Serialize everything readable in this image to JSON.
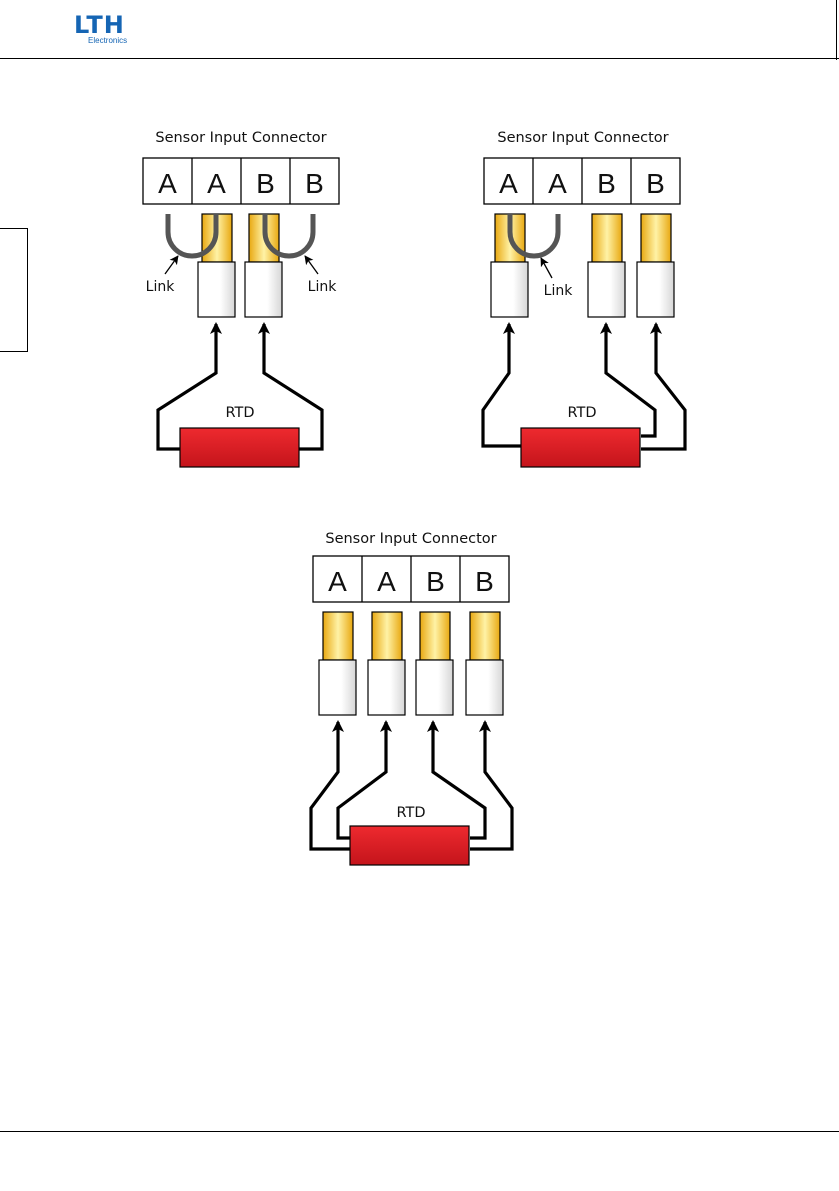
{
  "header": {
    "logo_main": "LTH",
    "logo_sub": "Electronics"
  },
  "diagrams": [
    {
      "title": "Sensor Input Connector",
      "terminals": [
        "A",
        "A",
        "B",
        "B"
      ],
      "rtd_label": "RTD",
      "links": [
        "Link",
        "Link"
      ]
    },
    {
      "title": "Sensor Input Connector",
      "terminals": [
        "A",
        "A",
        "B",
        "B"
      ],
      "rtd_label": "RTD",
      "links": [
        "Link"
      ]
    },
    {
      "title": "Sensor Input Connector",
      "terminals": [
        "A",
        "A",
        "B",
        "B"
      ],
      "rtd_label": "RTD",
      "links": []
    }
  ],
  "colors": {
    "brand": "#1565b4",
    "rtd_body": "#d71920",
    "contact_gold": "#f2c230",
    "link_wire": "#555555"
  }
}
